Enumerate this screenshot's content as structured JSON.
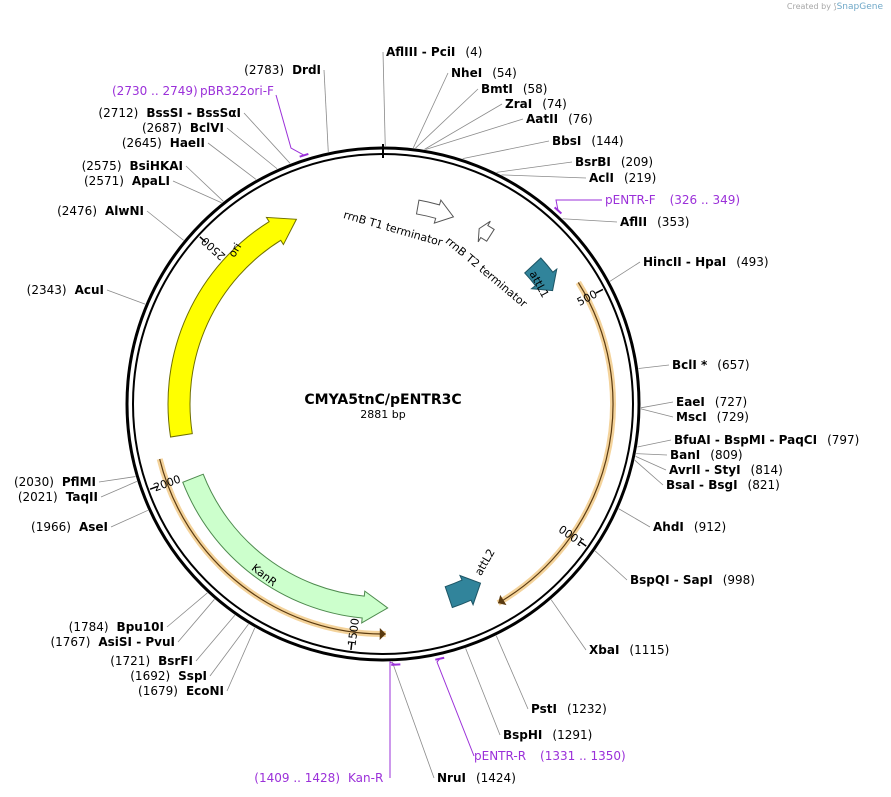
{
  "header": {
    "created_by": "Created by",
    "brand": "SnapGene"
  },
  "plasmid": {
    "name": "CMYA5tnC/pENTR3C",
    "length_label": "2881 bp",
    "length": 2881
  },
  "ticks": [
    {
      "pos": 500,
      "label": "500"
    },
    {
      "pos": 1000,
      "label": "1000"
    },
    {
      "pos": 1500,
      "label": "1500"
    },
    {
      "pos": 2000,
      "label": "2000"
    },
    {
      "pos": 2500,
      "label": "2500"
    }
  ],
  "features": [
    {
      "name": "ori",
      "label": "ori",
      "color": "#ffff00",
      "stroke": "#6f6f00",
      "start": 2090,
      "end": 2680,
      "direction": "cw",
      "lane": "inner"
    },
    {
      "name": "KanR",
      "label": "KanR",
      "color": "#ccffcc",
      "stroke": "#4e8a4e",
      "start": 1430,
      "end": 1990,
      "direction": "ccw",
      "lane": "inner"
    },
    {
      "name": "rrnB T1 terminator",
      "label": "rrnB T1 terminator",
      "color": "#ffffff",
      "stroke": "#555555",
      "start": 80,
      "end": 165,
      "direction": "cw",
      "lane": "inner2"
    },
    {
      "name": "rrnB T2 terminator",
      "label": "rrnB T2 terminator",
      "color": "#ffffff",
      "stroke": "#555555",
      "start": 230,
      "end": 260,
      "direction": "ccw",
      "lane": "inner2"
    },
    {
      "name": "attL1",
      "label": "attL1",
      "color": "#31849b",
      "stroke": "#1d5565",
      "start": 378,
      "end": 450,
      "direction": "cw",
      "lane": "inner"
    },
    {
      "name": "attL2",
      "label": "attL2",
      "color": "#31849b",
      "stroke": "#1d5565",
      "start": 1212,
      "end": 1290,
      "direction": "ccw",
      "lane": "inner"
    }
  ],
  "orfs": [
    {
      "name": "orf1",
      "color": "#f0c070",
      "start": 465,
      "end": 1200,
      "direction": "cw"
    },
    {
      "name": "orf2",
      "color": "#f0c070",
      "start": 1435,
      "end": 2050,
      "direction": "ccw"
    }
  ],
  "primers": [
    {
      "name": "pBR322ori-F",
      "label": "pBR322ori-F",
      "range": "(2730 .. 2749)",
      "pos": 2740,
      "color": "#9b30d9"
    },
    {
      "name": "pENTR-F",
      "label": "pENTR-F",
      "range": "(326 .. 349)",
      "pos": 337,
      "color": "#9b30d9"
    },
    {
      "name": "pENTR-R",
      "label": "pENTR-R",
      "range": "(1331 .. 1350)",
      "pos": 1340,
      "color": "#9b30d9"
    },
    {
      "name": "Kan-R",
      "label": "Kan-R",
      "range": "(1409 .. 1428)",
      "pos": 1418,
      "color": "#9b30d9"
    }
  ],
  "sites": [
    {
      "name": "AflIII - PciI",
      "label": "AflIII  - PciI",
      "position": "(4)",
      "pos": 4
    },
    {
      "name": "NheI",
      "label": "NheI",
      "position": "(54)",
      "pos": 54
    },
    {
      "name": "BmtI",
      "label": "BmtI",
      "position": "(58)",
      "pos": 58
    },
    {
      "name": "ZraI",
      "label": "ZraI",
      "position": "(74)",
      "pos": 74
    },
    {
      "name": "AatII",
      "label": "AatII",
      "position": "(76)",
      "pos": 76
    },
    {
      "name": "BbsI",
      "label": "BbsI",
      "position": "(144)",
      "pos": 144
    },
    {
      "name": "BsrBI",
      "label": "BsrBI",
      "position": "(209)",
      "pos": 209
    },
    {
      "name": "AclI",
      "label": "AclI",
      "position": "(219)",
      "pos": 219
    },
    {
      "name": "AflII",
      "label": "AflII",
      "position": "(353)",
      "pos": 353
    },
    {
      "name": "HincII - HpaI",
      "label": "HincII  - HpaI",
      "position": "(493)",
      "pos": 493
    },
    {
      "name": "BclI",
      "label": "BclI *",
      "position": "(657)",
      "pos": 657
    },
    {
      "name": "EaeI",
      "label": "EaeI",
      "position": "(727)",
      "pos": 727
    },
    {
      "name": "MscI",
      "label": "MscI",
      "position": "(729)",
      "pos": 729
    },
    {
      "name": "BfuAI - BspMI - PaqCI",
      "label": "BfuAI  - BspMI  - PaqCI",
      "position": "(797)",
      "pos": 797
    },
    {
      "name": "BanI",
      "label": "BanI",
      "position": "(809)",
      "pos": 809
    },
    {
      "name": "AvrII - StyI",
      "label": "AvrII  - StyI",
      "position": "(814)",
      "pos": 814
    },
    {
      "name": "BsaI - BsgI",
      "label": "BsaI  - BsgI",
      "position": "(821)",
      "pos": 821
    },
    {
      "name": "AhdI",
      "label": "AhdI",
      "position": "(912)",
      "pos": 912
    },
    {
      "name": "BspQI - SapI",
      "label": "BspQI  - SapI",
      "position": "(998)",
      "pos": 998
    },
    {
      "name": "XbaI",
      "label": "XbaI",
      "position": "(1115)",
      "pos": 1115
    },
    {
      "name": "PstI",
      "label": "PstI",
      "position": "(1232)",
      "pos": 1232
    },
    {
      "name": "BspHI",
      "label": "BspHI",
      "position": "(1291)",
      "pos": 1291
    },
    {
      "name": "NruI",
      "label": "NruI",
      "position": "(1424)",
      "pos": 1424
    },
    {
      "name": "EcoNI",
      "label": "EcoNI",
      "position": "(1679)",
      "pos": 1679
    },
    {
      "name": "SspI",
      "label": "SspI",
      "position": "(1692)",
      "pos": 1692
    },
    {
      "name": "BsrFI",
      "label": "BsrFI",
      "position": "(1721)",
      "pos": 1721
    },
    {
      "name": "AsiSI - PvuI",
      "label": "AsiSI  - PvuI",
      "position": "(1767)",
      "pos": 1767
    },
    {
      "name": "Bpu10I",
      "label": "Bpu10I",
      "position": "(1784)",
      "pos": 1784
    },
    {
      "name": "AseI",
      "label": "AseI",
      "position": "(1966)",
      "pos": 1966
    },
    {
      "name": "TaqII",
      "label": "TaqII",
      "position": "(2021)",
      "pos": 2021
    },
    {
      "name": "PflMI",
      "label": "PflMI",
      "position": "(2030)",
      "pos": 2030
    },
    {
      "name": "AcuI",
      "label": "AcuI",
      "position": "(2343)",
      "pos": 2343
    },
    {
      "name": "AlwNI",
      "label": "AlwNI",
      "position": "(2476)",
      "pos": 2476
    },
    {
      "name": "ApaLI",
      "label": "ApaLI",
      "position": "(2571)",
      "pos": 2571
    },
    {
      "name": "BsiHKAI",
      "label": "BsiHKAI",
      "position": "(2575)",
      "pos": 2575
    },
    {
      "name": "HaeII",
      "label": "HaeII",
      "position": "(2645)",
      "pos": 2645
    },
    {
      "name": "BclVI",
      "label": "BclVI",
      "position": "(2687)",
      "pos": 2687
    },
    {
      "name": "BssSI - BssSαI",
      "label": "BssSI  - BssSαI",
      "position": "(2712)",
      "pos": 2712
    },
    {
      "name": "DrdI",
      "label": "DrdI",
      "position": "(2783)",
      "pos": 2783
    }
  ]
}
